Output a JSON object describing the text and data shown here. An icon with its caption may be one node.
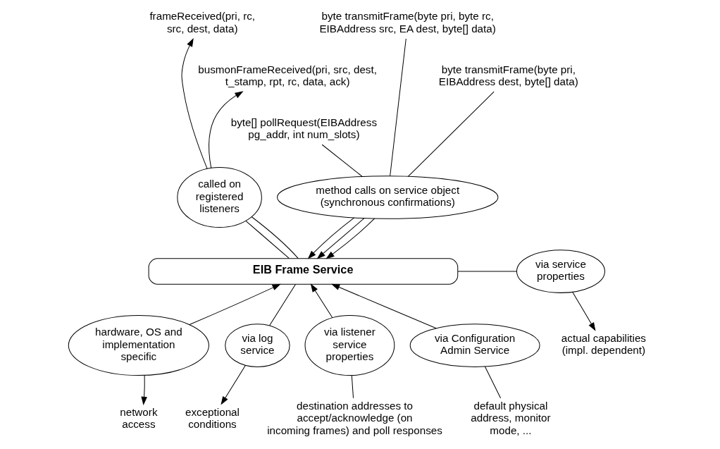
{
  "diagram": {
    "nodes": [
      {
        "text": [
          "EIB Frame Service"
        ]
      },
      {
        "text": [
          "called on registered listeners"
        ]
      },
      {
        "text": [
          "method calls on service object (synchronous confirmations)"
        ]
      },
      {
        "text": [
          "via service properties"
        ]
      },
      {
        "text": [
          "hardware, OS and implementation specific"
        ]
      },
      {
        "text": [
          "via log service"
        ]
      },
      {
        "text": [
          "via listener service properties"
        ]
      },
      {
        "text": [
          "via Configuration Admin Service"
        ]
      },
      {
        "text": [
          "frameReceived(pri, rc, src, dest, data)"
        ]
      },
      {
        "text": [
          "busmonFrameReceived(pri, src, dest, t_stamp, rpt, rc, data, ack)"
        ]
      },
      {
        "text": [
          "byte transmitFrame(byte pri, byte rc, EIBAddress src, EA dest, byte[] data)"
        ]
      },
      {
        "text": [
          "byte transmitFrame(byte pri,  EIBAddress dest, byte[] data)"
        ]
      },
      {
        "text": [
          "byte[] pollRequest(EIBAddress pg_addr, int num_slots)"
        ]
      },
      {
        "text": [
          "actual capabilities (impl. dependent)"
        ]
      },
      {
        "text": [
          "default physical address, monitor mode, ..."
        ]
      },
      {
        "text": [
          "network access"
        ]
      },
      {
        "text": [
          "exceptional conditions"
        ]
      },
      {
        "text": [
          "destination addresses to accept/acknowledge (on incoming frames) and poll responses"
        ]
      }
    ],
    "edges": [
      {
        "from": 0,
        "to": 1,
        "arrow": "none"
      },
      {
        "from": 1,
        "to": 8,
        "arrow": "to"
      },
      {
        "from": 0,
        "to": 1,
        "arrow": "none"
      },
      {
        "from": 1,
        "to": 9,
        "arrow": "to"
      },
      {
        "from": 10,
        "to": 2,
        "arrow": "none"
      },
      {
        "from": 11,
        "to": 2,
        "arrow": "none"
      },
      {
        "from": 12,
        "to": 2,
        "arrow": "none"
      },
      {
        "from": 2,
        "to": 0,
        "arrow": "to"
      },
      {
        "from": 2,
        "to": 0,
        "arrow": "to"
      },
      {
        "from": 2,
        "to": 0,
        "arrow": "to"
      },
      {
        "from": 0,
        "to": 3,
        "arrow": "none"
      },
      {
        "from": 3,
        "to": 13,
        "arrow": "to"
      },
      {
        "from": 4,
        "to": 0,
        "arrow": "to"
      },
      {
        "from": 4,
        "to": 15,
        "arrow": "to"
      },
      {
        "from": 0,
        "to": 5,
        "arrow": "none"
      },
      {
        "from": 5,
        "to": 16,
        "arrow": "to"
      },
      {
        "from": 17,
        "to": 6,
        "arrow": "none"
      },
      {
        "from": 6,
        "to": 0,
        "arrow": "to"
      },
      {
        "from": 14,
        "to": 7,
        "arrow": "none"
      },
      {
        "from": 7,
        "to": 0,
        "arrow": "to"
      }
    ]
  }
}
